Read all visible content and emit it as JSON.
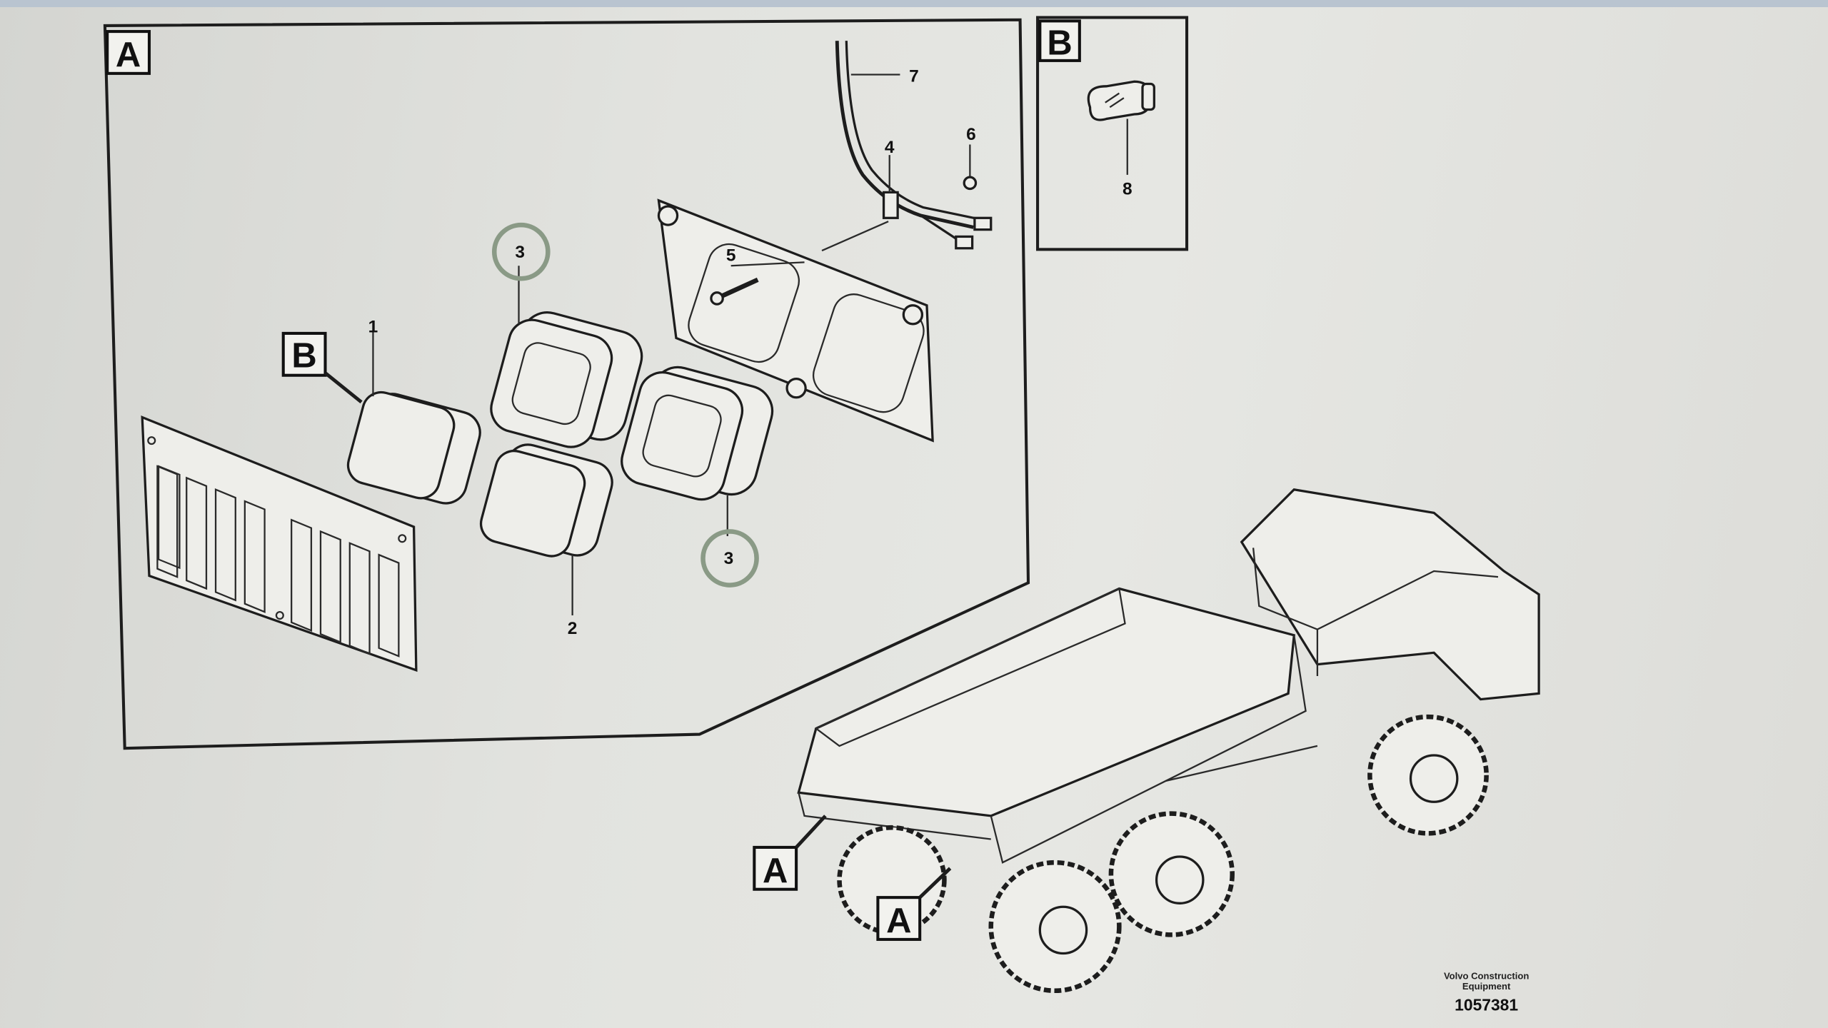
{
  "detail_a": {
    "label": "A"
  },
  "detail_b": {
    "label": "B",
    "bulb_callout": "8"
  },
  "callouts": {
    "lamp": "1",
    "lens": "2",
    "gasket_top": "3",
    "gasket_bottom": "3",
    "clip": "4",
    "screw": "5",
    "nut": "6",
    "cable": "7",
    "ref_b": "B"
  },
  "truck": {
    "ref_a_left": "A",
    "ref_a_right": "A"
  },
  "footer": {
    "company_line1": "Volvo Construction",
    "company_line2": "Equipment",
    "drawing_number": "1057381"
  },
  "colors": {
    "highlight_circle": "#8a9a86",
    "line": "#1d1d1d"
  }
}
